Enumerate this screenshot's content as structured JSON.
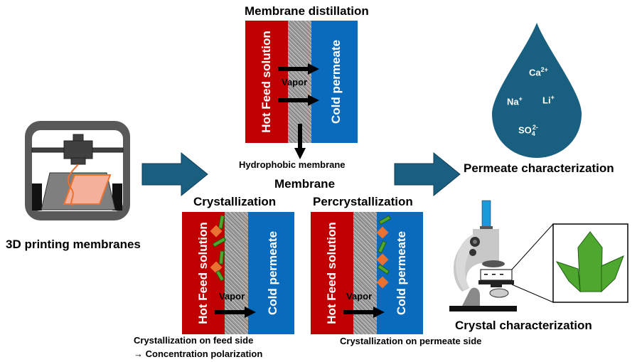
{
  "diagram": {
    "md": {
      "title": "Membrane distillation",
      "feed_label": "Hot Feed solution",
      "permeate_label": "Cold permeate",
      "vapor_label": "Vapor",
      "membrane_label": "Hydrophobic membrane"
    },
    "membrane_heading": "Membrane",
    "crystallization": {
      "title": "Crystallization",
      "feed_label": "Hot Feed solution",
      "permeate_label": "Cold permeate",
      "vapor_label": "Vapor",
      "caption_line1": "Crystallization on feed side",
      "caption_line2": "→ Concentration polarization"
    },
    "percrystallization": {
      "title": "Percrystallization",
      "feed_label": "Hot Feed solution",
      "permeate_label": "Cold permeate",
      "vapor_label": "Vapor",
      "caption": "Crystallization on permeate side"
    },
    "printer_label": "3D printing membranes",
    "permeate_char_label": "Permeate characterization",
    "crystal_char_label": "Crystal characterization",
    "ions": {
      "ca": "Ca",
      "ca_sup": "2+",
      "na": "Na",
      "na_sup": "+",
      "li": "Li",
      "li_sup": "+",
      "so": "SO",
      "so_sub": "4",
      "so_sup": "2-"
    },
    "colors": {
      "feed": "#c00000",
      "permeate": "#0a6bbd",
      "arrow_blue": "#1a5e80",
      "drop": "#195f80",
      "crystal_green": "#4ea72e",
      "crystal_orange": "#e97132"
    }
  }
}
